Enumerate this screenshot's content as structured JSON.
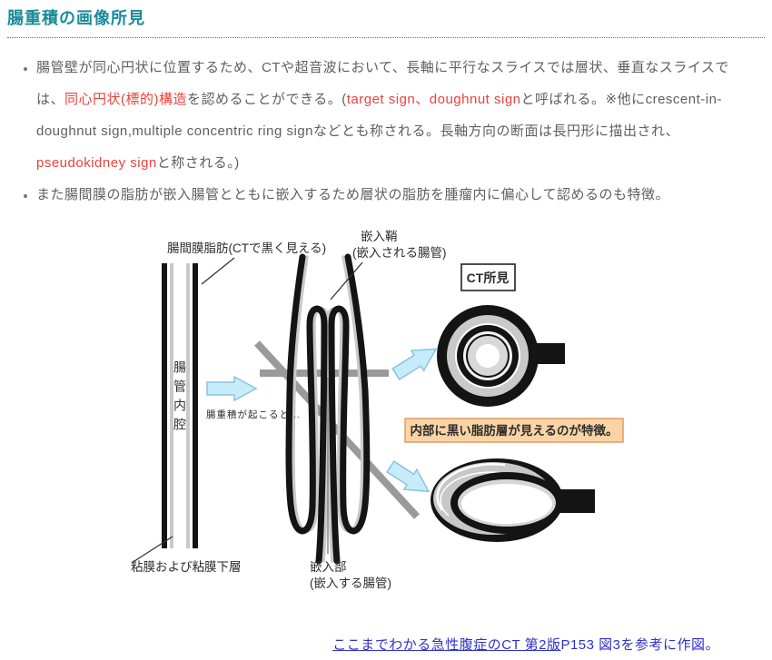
{
  "page": {
    "title": "腸重積の画像所見"
  },
  "bullets": {
    "item1_runs": [
      {
        "t": "腸管壁が同心円状に位置するため、CTや超音波において、長軸に平行なスライスでは層状、垂直なスライスでは、",
        "c": "gray"
      },
      {
        "t": "同心円状(標的)構造",
        "c": "red"
      },
      {
        "t": "を認めることができる。(",
        "c": "gray"
      },
      {
        "t": "target sign、doughnut sign",
        "c": "red"
      },
      {
        "t": "と呼ばれる。※他にcrescent-in-doughnut sign,multiple concentric ring signなどとも称される。長軸方向の断面は長円形に描出され、",
        "c": "gray"
      },
      {
        "t": "pseudokidney sign",
        "c": "red"
      },
      {
        "t": "と称される。)",
        "c": "gray"
      }
    ],
    "item2": "また腸間膜の脂肪が嵌入腸管とともに嵌入するため層状の脂肪を腫瘤内に偏心して認めるのも特徴。"
  },
  "diagram": {
    "labels": {
      "mesenteric_fat": "腸間膜脂肪(CTで黒く見える)",
      "sheath_line1": "嵌入鞘",
      "sheath_line2": "(嵌入される腸管)",
      "ct_box": "CT所見",
      "lumen_vertical": "腸管内腔",
      "when_occurs": "腸重積が起こると...",
      "fat_note": "内部に黒い脂肪層が見えるのが特徴。",
      "mucosa": "粘膜および粘膜下層",
      "invaginated_line1": "嵌入部",
      "invaginated_line2": "(嵌入する腸管)"
    },
    "colors": {
      "accent_teal": "#1a8b99",
      "body_text": "#5f5f5f",
      "highlight_red": "#e8433c",
      "link_blue": "#3030cc",
      "arrow_fill": "#c7ecf9",
      "arrow_stroke": "#88c4dd",
      "slice_gray": "#9a9a9a",
      "note_bg": "#fbd4a5",
      "note_border": "#dd9d66"
    }
  },
  "footer": {
    "link_text": "ここまでわかる急性腹症のCT 第2版",
    "rest_text": "P153 図3を参考に作図。"
  }
}
